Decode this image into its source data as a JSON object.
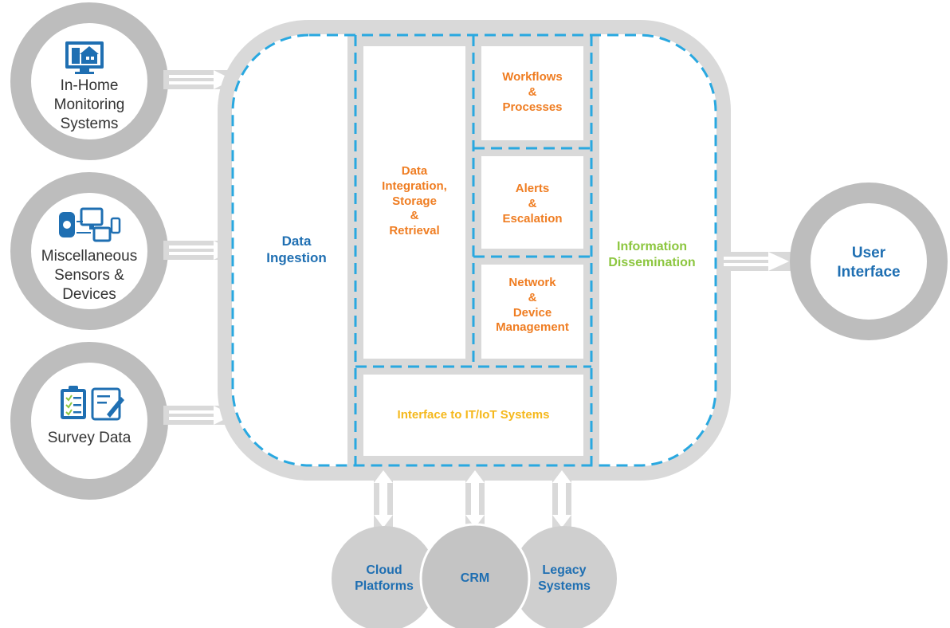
{
  "sources": [
    {
      "label": "In-Home\nMonitoring\nSystems",
      "icon": "home-monitor-icon"
    },
    {
      "label": "Miscellaneous\nSensors &\nDevices",
      "icon": "devices-icon"
    },
    {
      "label": "Survey Data",
      "icon": "survey-icon"
    }
  ],
  "platform": {
    "ingestion": "Data\nIngestion",
    "integration": "Data\nIntegration,\nStorage\n&\nRetrieval",
    "workflows": "Workflows\n&\nProcesses",
    "alerts": "Alerts\n&\nEscalation",
    "network": "Network\n&\nDevice\nManagement",
    "interface_it": "Interface to IT/IoT Systems",
    "dissemination": "Information\nDissemination"
  },
  "output": {
    "label": "User\nInterface"
  },
  "externals": [
    {
      "label": "Cloud\nPlatforms"
    },
    {
      "label": "CRM"
    },
    {
      "label": "Legacy\nSystems"
    }
  ],
  "colors": {
    "gray": "#d9d9d9",
    "ring": "#bdbdbd",
    "dash": "#29a8e0",
    "blue": "#1f6fb2",
    "orange": "#ef7d22",
    "green": "#8cc63f",
    "yellow": "#f5b81c"
  }
}
